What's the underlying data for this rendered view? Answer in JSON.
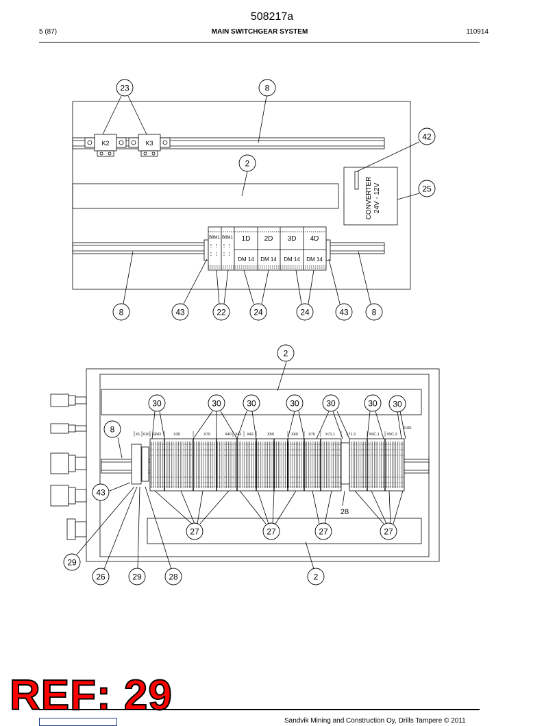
{
  "header": {
    "doc_number": "508217a",
    "page": "5 (87)",
    "title": "MAIN SWITCHGEAR SYSTEM",
    "code": "110914"
  },
  "stamp": {
    "text": "REF: 29",
    "color": "#ff0000"
  },
  "footer": {
    "text": "Sandvik Mining and Construction Oy, Drills Tampere © 2011"
  },
  "top_diagram": {
    "relays": [
      "K2",
      "K3"
    ],
    "modules": {
      "bmi": [
        "B8M1",
        "B8M1"
      ],
      "dm_top": [
        "1D",
        "2D",
        "3D",
        "4D"
      ],
      "dm_bottom": "DM 14"
    },
    "converter": [
      "CONVERTER",
      "24V - 12V"
    ],
    "callouts": [
      "23",
      "8",
      "42",
      "2",
      "25",
      "8",
      "43",
      "22",
      "24",
      "24",
      "43",
      "8"
    ]
  },
  "bottom_diagram": {
    "terminal_labels": [
      "X1",
      "X10",
      "GND",
      "X30",
      "X70",
      "X40",
      "X41",
      "X42",
      "X50",
      "X60",
      "X70",
      "X71.1",
      "X71.2",
      "X9C.1",
      "X9C.2",
      "X100"
    ],
    "callouts": [
      "2",
      "30",
      "30",
      "30",
      "30",
      "30",
      "30",
      "30",
      "8",
      "43",
      "28",
      "27",
      "27",
      "27",
      "27",
      "29",
      "26",
      "29",
      "28",
      "2"
    ]
  }
}
